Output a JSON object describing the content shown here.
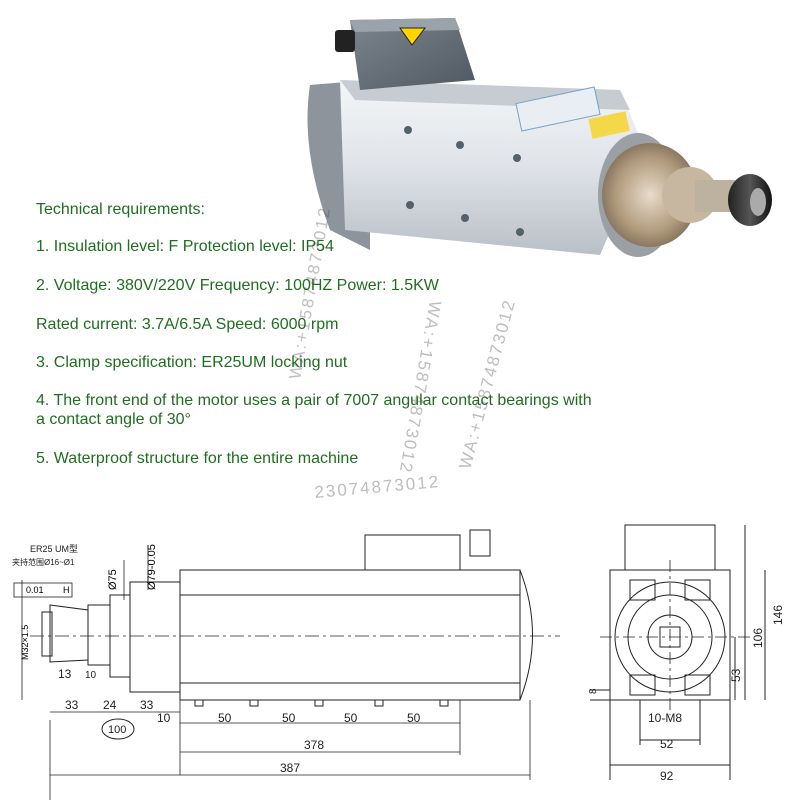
{
  "requirements": {
    "heading": "Technical requirements:",
    "item1": "1. Insulation level: F Protection level: IP54",
    "item2": "2. Voltage: 380V/220V Frequency: 100HZ Power: 1.5KW",
    "item2b": "Rated current: 3.7A/6.5A Speed: 6000 rpm",
    "item3": "3. Clamp specification: ER25UM locking nut",
    "item4a": "4. The front end of the motor uses a pair of 7007 angular contact bearings with",
    "item4b": "a contact angle of 30°",
    "item5": "5. Waterproof structure for the entire machine"
  },
  "photo": {
    "description_icon": "spindle-motor-photo"
  },
  "watermark": {
    "text": "WA:+15874873012",
    "center_text": "23074873012"
  },
  "drawing": {
    "collet_title": "ER25 UM型",
    "clamp_range": "夹持范围Ø16~Ø1",
    "tolerance": "0.01",
    "tolerance_ref": "H",
    "thread": "M32×1.5",
    "dia_75": "Ø75",
    "dia_79": "Ø79-0.05",
    "d_13": "13",
    "d_10a": "10",
    "d_33a": "33",
    "d_24": "24",
    "d_33b": "33",
    "d_10b": "10",
    "d_50a": "50",
    "d_50b": "50",
    "d_50c": "50",
    "d_50d": "50",
    "d_100": "100",
    "d_378": "378",
    "d_387": "387",
    "side_146": "146",
    "side_106": "106",
    "side_53": "53",
    "side_8": "8",
    "side_10m8": "10-M8",
    "side_52": "52",
    "side_92": "92"
  }
}
